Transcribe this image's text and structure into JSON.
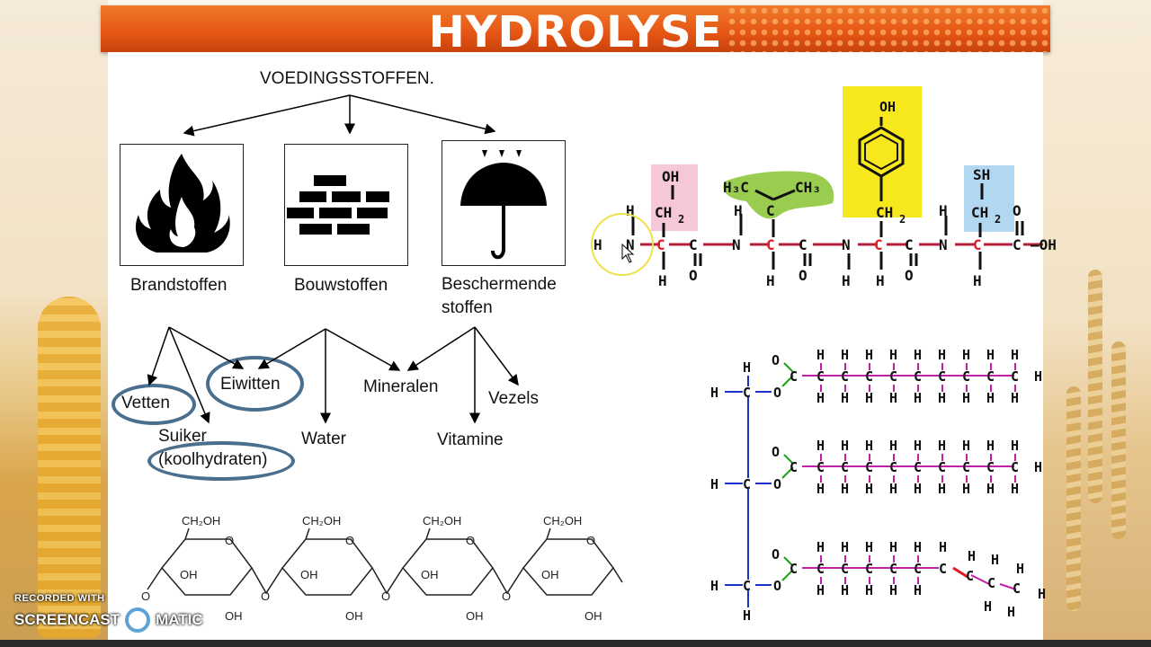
{
  "slide": {
    "title": "HYDROLYSE",
    "heading": "VOEDINGSSTOFFEN.",
    "categories": [
      {
        "label": "Brandstoffen",
        "icon": "flame-icon"
      },
      {
        "label": "Bouwstoffen",
        "icon": "bricks-icon"
      },
      {
        "label": "Beschermende",
        "label2": "stoffen",
        "icon": "umbrella-icon"
      }
    ],
    "nutrients": {
      "vetten": "Vetten",
      "eiwitten": "Eiwitten",
      "suiker": "Suiker",
      "koolhydraten": "(koolhydraten)",
      "water": "Water",
      "mineralen": "Mineralen",
      "vitamine": "Vitamine",
      "vezels": "Vezels"
    },
    "highlight_color": "#4a6e8e",
    "accent_color": "#e55514"
  },
  "watermark": {
    "line1": "RECORDED WITH",
    "brand_left": "SCREENCAST",
    "brand_right": "MATIC"
  }
}
